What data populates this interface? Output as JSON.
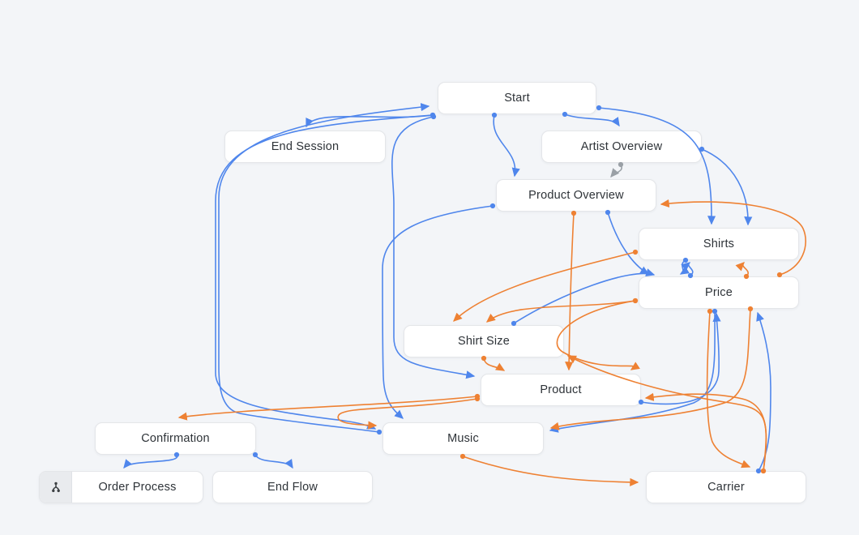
{
  "canvas": {
    "background": "#f3f5f8"
  },
  "colors": {
    "blue": "#4f86ec",
    "orange": "#ee8133",
    "gray": "#9aa0a6",
    "node_bg": "#ffffff",
    "node_border": "#e4e6e9",
    "node_text": "#2e3338"
  },
  "nodes": [
    {
      "id": "start",
      "label": "Start"
    },
    {
      "id": "end-session",
      "label": "End Session"
    },
    {
      "id": "artist-overview",
      "label": "Artist Overview"
    },
    {
      "id": "product-overview",
      "label": "Product Overview"
    },
    {
      "id": "shirts",
      "label": "Shirts"
    },
    {
      "id": "price",
      "label": "Price"
    },
    {
      "id": "shirt-size",
      "label": "Shirt Size"
    },
    {
      "id": "product",
      "label": "Product"
    },
    {
      "id": "confirmation",
      "label": "Confirmation"
    },
    {
      "id": "music",
      "label": "Music"
    },
    {
      "id": "order-process",
      "label": "Order Process",
      "icon": "workflow-icon"
    },
    {
      "id": "end-flow",
      "label": "End Flow"
    },
    {
      "id": "carrier",
      "label": "Carrier"
    }
  ],
  "edges": [
    {
      "id": "e1",
      "from": "start",
      "to": "end-session",
      "color": "blue"
    },
    {
      "id": "e2",
      "from": "start",
      "to": "artist-overview",
      "color": "blue"
    },
    {
      "id": "e3",
      "from": "start",
      "to": "product-overview",
      "color": "blue"
    },
    {
      "id": "e4",
      "from": "start",
      "to": "shirts",
      "color": "blue"
    },
    {
      "id": "e5",
      "from": "artist-overview",
      "to": "shirts",
      "color": "blue"
    },
    {
      "id": "e6",
      "from": "start",
      "to": "music",
      "color": "blue"
    },
    {
      "id": "e7",
      "from": "music",
      "to": "start",
      "color": "blue"
    },
    {
      "id": "e8",
      "from": "start",
      "to": "product",
      "color": "blue"
    },
    {
      "id": "e9",
      "from": "product-overview",
      "to": "music",
      "color": "blue"
    },
    {
      "id": "e10",
      "from": "product-overview",
      "to": "price",
      "color": "blue"
    },
    {
      "id": "e11",
      "from": "shirt-size",
      "to": "price",
      "color": "blue"
    },
    {
      "id": "e12",
      "from": "shirts",
      "to": "price",
      "color": "blue"
    },
    {
      "id": "e13",
      "from": "price",
      "to": "shirts",
      "color": "blue"
    },
    {
      "id": "e14",
      "from": "carrier",
      "to": "price",
      "color": "blue"
    },
    {
      "id": "e15",
      "from": "price",
      "to": "music",
      "color": "blue"
    },
    {
      "id": "e16",
      "from": "product",
      "to": "price",
      "color": "blue"
    },
    {
      "id": "e17",
      "from": "confirmation",
      "to": "order-process",
      "color": "blue"
    },
    {
      "id": "e18",
      "from": "confirmation",
      "to": "end-flow",
      "color": "blue"
    },
    {
      "id": "e19",
      "from": "artist-overview",
      "to": "product-overview",
      "color": "gray"
    },
    {
      "id": "e20",
      "from": "product-overview",
      "to": "product",
      "color": "orange"
    },
    {
      "id": "e21",
      "from": "price",
      "to": "product-overview",
      "color": "orange"
    },
    {
      "id": "e22",
      "from": "price",
      "to": "shirts",
      "color": "orange"
    },
    {
      "id": "e23",
      "from": "shirts",
      "to": "shirt-size",
      "color": "orange"
    },
    {
      "id": "e24",
      "from": "price",
      "to": "shirt-size",
      "color": "orange"
    },
    {
      "id": "e25",
      "from": "shirt-size",
      "to": "product",
      "color": "orange"
    },
    {
      "id": "e26",
      "from": "price",
      "to": "product",
      "color": "orange"
    },
    {
      "id": "e27",
      "from": "product",
      "to": "confirmation",
      "color": "orange"
    },
    {
      "id": "e28",
      "from": "product",
      "to": "music",
      "color": "orange"
    },
    {
      "id": "e29",
      "from": "music",
      "to": "carrier",
      "color": "orange"
    },
    {
      "id": "e30",
      "from": "price",
      "to": "carrier",
      "color": "orange"
    },
    {
      "id": "e31",
      "from": "carrier",
      "to": "product",
      "color": "orange"
    },
    {
      "id": "e32",
      "from": "carrier",
      "to": "shirt-size",
      "color": "orange"
    },
    {
      "id": "e33",
      "from": "price",
      "to": "music",
      "color": "orange"
    }
  ]
}
